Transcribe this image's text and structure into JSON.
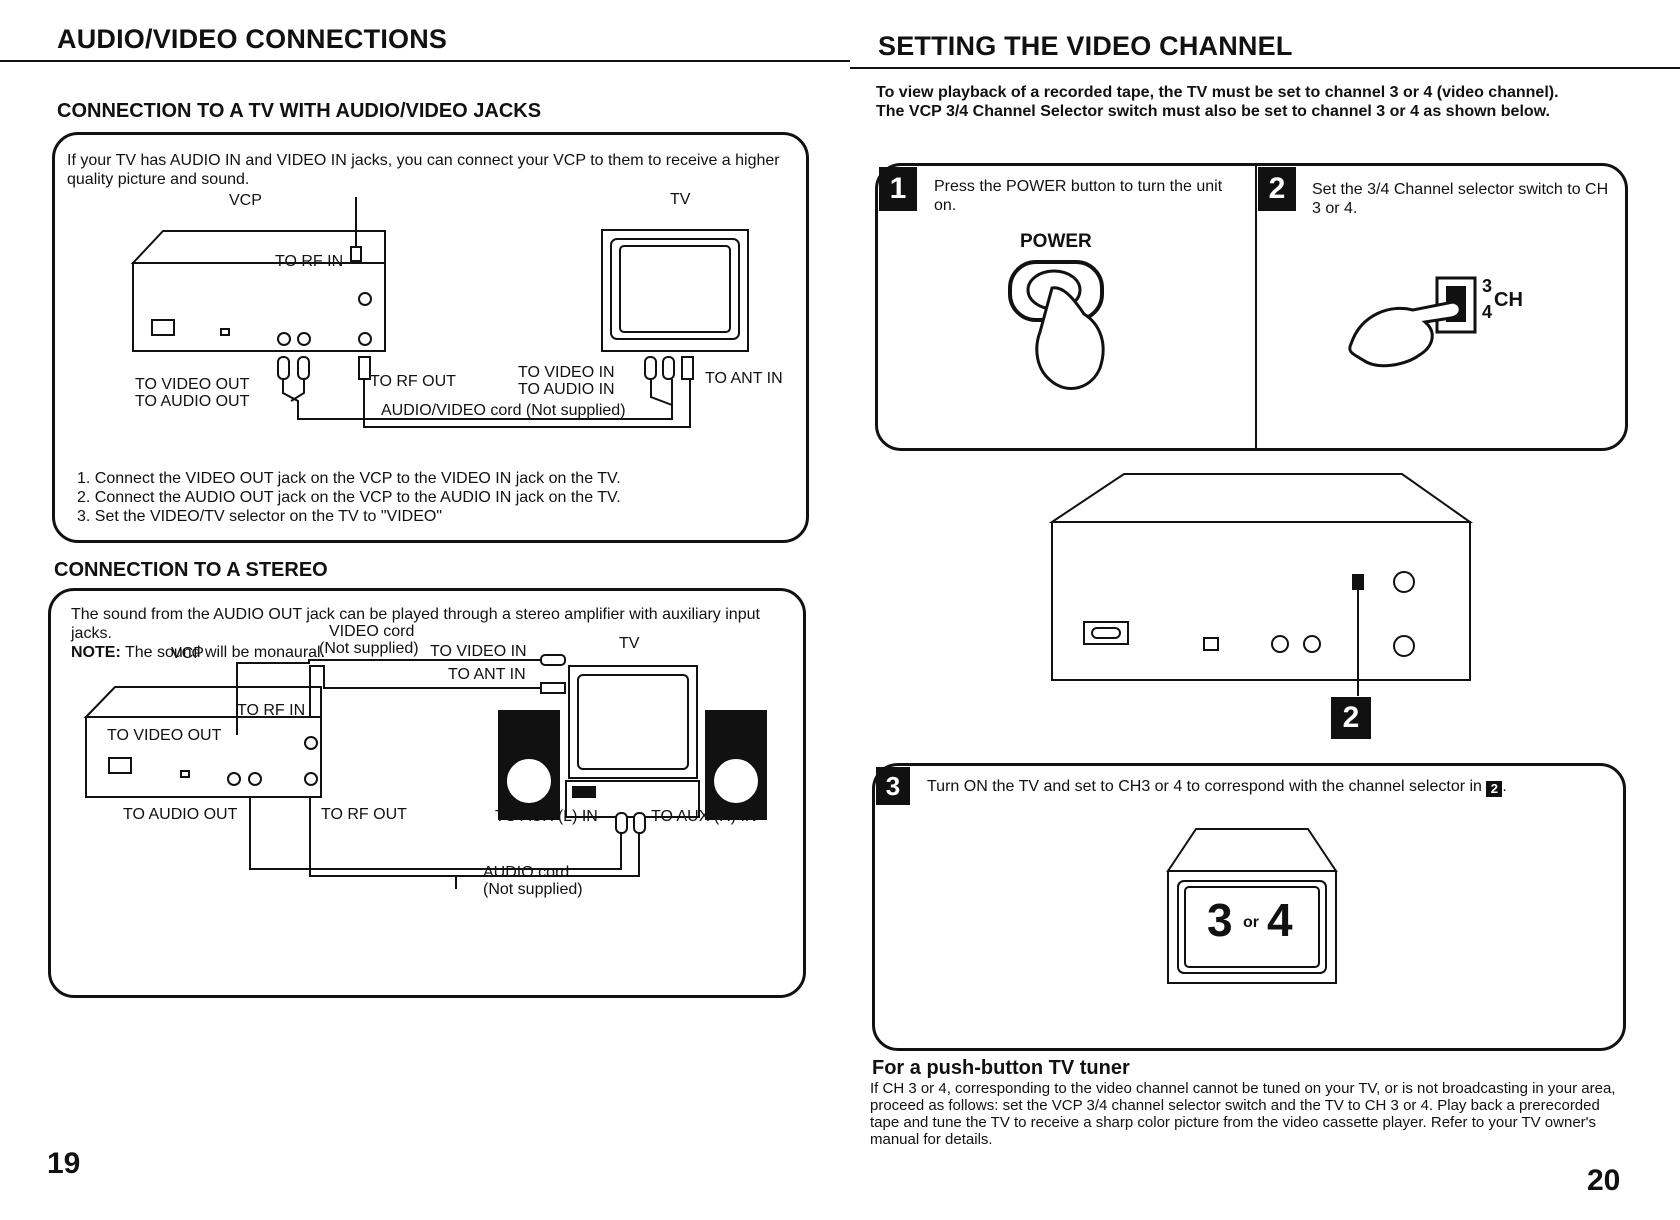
{
  "left": {
    "title": "AUDIO/VIDEO CONNECTIONS",
    "tv_section": {
      "heading": "CONNECTION TO A TV WITH AUDIO/VIDEO JACKS",
      "intro": "If your TV has AUDIO IN and VIDEO IN jacks, you can connect your VCP to them to receive a higher quality picture and sound.",
      "labels": {
        "vcp": "VCP",
        "tv": "TV",
        "to_rf_in": "TO RF IN",
        "to_video_out": "TO VIDEO OUT",
        "to_audio_out": "TO AUDIO OUT",
        "to_rf_out": "TO RF OUT",
        "to_video_in": "TO VIDEO IN",
        "to_audio_in": "TO AUDIO IN",
        "to_ant_in": "TO ANT IN",
        "cord": "AUDIO/VIDEO cord (Not supplied)"
      },
      "steps": [
        "1. Connect the VIDEO OUT jack on the VCP to the VIDEO IN jack on the TV.",
        "2. Connect the AUDIO OUT jack on the VCP to the AUDIO IN jack on the TV.",
        "3. Set the VIDEO/TV selector on the TV to \"VIDEO\""
      ]
    },
    "stereo_section": {
      "heading": "CONNECTION TO A STEREO",
      "intro": "The sound from the AUDIO OUT jack can be played through a stereo amplifier with auxiliary input jacks.",
      "note_label": "NOTE:",
      "note_text": " The sound will be monaural.",
      "labels": {
        "vcp": "VCP",
        "tv": "TV",
        "video_cord": "VIDEO cord",
        "not_supplied": "(Not supplied)",
        "to_video_in": "TO VIDEO IN",
        "to_ant_in": "TO ANT IN",
        "to_rf_in": "TO RF IN",
        "to_video_out": "TO VIDEO OUT",
        "to_audio_out": "TO AUDIO OUT",
        "to_rf_out": "TO RF OUT",
        "to_aux_l": "TO AUX (L) IN",
        "to_aux_r": "TO AUX (R) IN",
        "audio_cord": "AUDIO cord",
        "audio_not_supplied": "(Not supplied)"
      }
    },
    "page_number": "19"
  },
  "right": {
    "title": "SETTING THE VIDEO CHANNEL",
    "intro_line1": "To view playback of a recorded tape, the TV must be set to channel 3 or 4 (video channel).",
    "intro_line2": "The VCP 3/4 Channel Selector switch must also be set to channel 3 or 4 as shown below.",
    "step1": {
      "num": "1",
      "text": "Press the POWER button to turn the unit on.",
      "power_label": "POWER"
    },
    "step2": {
      "num": "2",
      "text": "Set the 3/4 Channel selector switch to CH 3 or 4.",
      "ch_label": "CH",
      "three": "3",
      "four": "4"
    },
    "back_panel_badge": "2",
    "step3": {
      "num": "3",
      "text": "Turn ON the TV and set to CH3 or 4 to correspond with the channel selector in",
      "ref": "2",
      "end": ".",
      "tv_three": "3",
      "tv_or": "or",
      "tv_four": "4"
    },
    "pushbutton": {
      "heading": "For a push-button TV tuner",
      "text": "If CH 3 or 4, corresponding to the video channel cannot be tuned on your TV, or is not broadcasting in your area, proceed as follows: set the VCP 3/4 channel selector switch and the TV to CH 3 or 4. Play back a prerecorded tape and tune the TV to receive a sharp color picture from the video cassette player. Refer to your TV owner's manual for details."
    },
    "page_number": "20"
  }
}
